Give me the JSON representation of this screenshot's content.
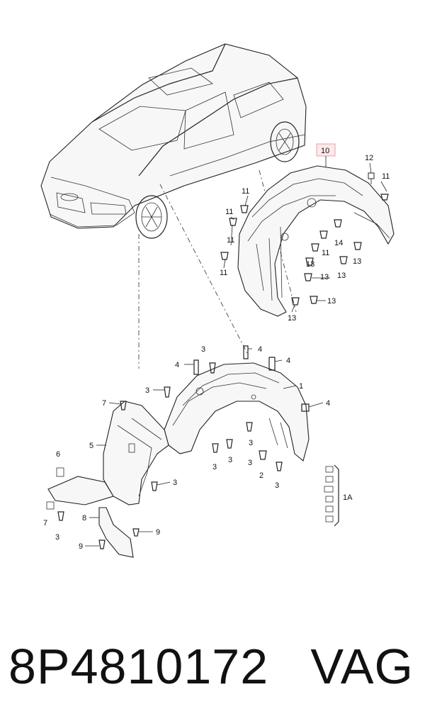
{
  "caption": {
    "part_number": "8P4810172",
    "brand": "VAG"
  },
  "labels": {
    "l10": "10",
    "l12": "12",
    "l11": "11",
    "l14": "14",
    "l13": "13",
    "l1": "1",
    "l2": "2",
    "l3": "3",
    "l4": "4",
    "l5": "5",
    "l6": "6",
    "l7": "7",
    "l8": "8",
    "l9": "9",
    "l1a": "1A"
  },
  "colors": {
    "highlight_box": "#e8a0a8",
    "line": "#222222"
  }
}
